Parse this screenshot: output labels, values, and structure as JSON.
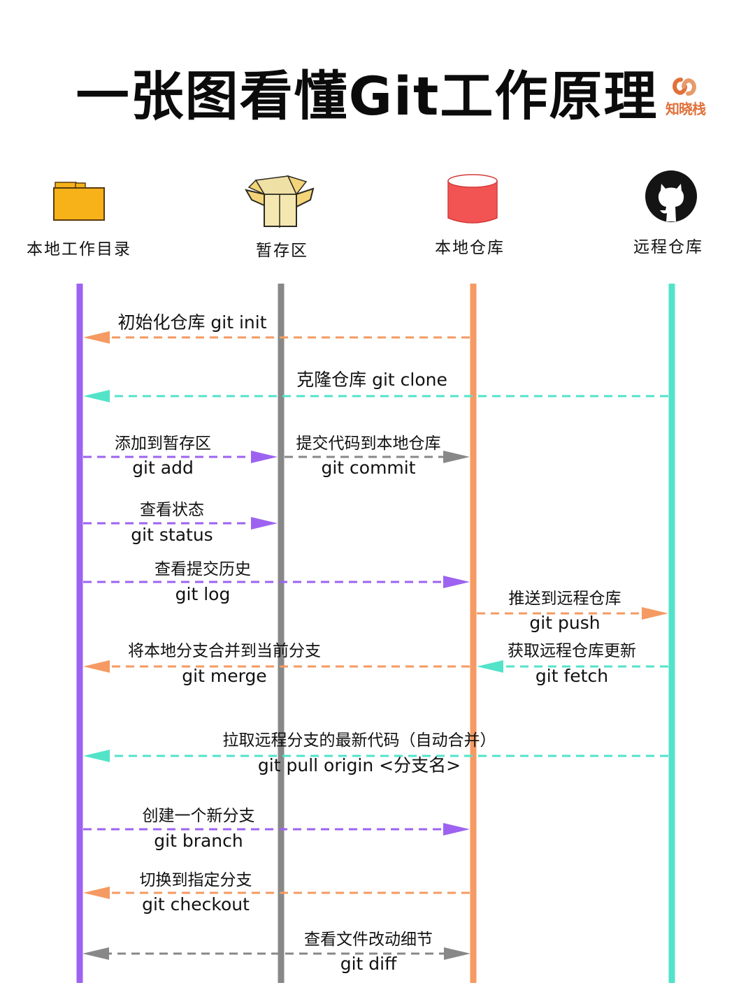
{
  "title": "一张图看懂Git工作原理",
  "logo": {
    "text": "知晓栈",
    "color": "#e0713b"
  },
  "actors": [
    {
      "id": "workdir",
      "label": "本地工作目录",
      "icon": "folder-icon",
      "lane_color": "#9d63f0"
    },
    {
      "id": "stage",
      "label": "暂存区",
      "icon": "box-icon",
      "lane_color": "#888888"
    },
    {
      "id": "local",
      "label": "本地仓库",
      "icon": "database-icon",
      "lane_color": "#f59a62"
    },
    {
      "id": "remote",
      "label": "远程仓库",
      "icon": "github-icon",
      "lane_color": "#52e3c9"
    }
  ],
  "messages": [
    {
      "id": "init",
      "desc": "初始化仓库 git init",
      "cmd": "",
      "from": "local",
      "to": "workdir",
      "color": "#f59a62"
    },
    {
      "id": "clone",
      "desc": "克隆仓库 git clone",
      "cmd": "",
      "from": "remote",
      "to": "workdir",
      "color": "#52e3c9"
    },
    {
      "id": "add",
      "desc": "添加到暂存区",
      "cmd": "git add",
      "from": "workdir",
      "to": "stage",
      "color": "#9d63f0"
    },
    {
      "id": "commit",
      "desc": "提交代码到本地仓库",
      "cmd": "git commit",
      "from": "stage",
      "to": "local",
      "color": "#888888"
    },
    {
      "id": "status",
      "desc": "查看状态",
      "cmd": "git status",
      "from": "workdir",
      "to": "stage",
      "color": "#9d63f0"
    },
    {
      "id": "log",
      "desc": "查看提交历史",
      "cmd": "git log",
      "from": "workdir",
      "to": "local",
      "color": "#9d63f0"
    },
    {
      "id": "push",
      "desc": "推送到远程仓库",
      "cmd": "git push",
      "from": "local",
      "to": "remote",
      "color": "#f59a62"
    },
    {
      "id": "merge",
      "desc": "将本地分支合并到当前分支",
      "cmd": "git merge",
      "from": "local",
      "to": "workdir",
      "color": "#f59a62"
    },
    {
      "id": "fetch",
      "desc": "获取远程仓库更新",
      "cmd": "git fetch",
      "from": "remote",
      "to": "local",
      "color": "#52e3c9"
    },
    {
      "id": "pull",
      "desc": "拉取远程分支的最新代码（自动合并）",
      "cmd": "git pull origin <分支名>",
      "from": "remote",
      "to": "workdir",
      "color": "#52e3c9"
    },
    {
      "id": "branch",
      "desc": "创建一个新分支",
      "cmd": "git branch",
      "from": "workdir",
      "to": "local",
      "color": "#9d63f0"
    },
    {
      "id": "checkout",
      "desc": "切换到指定分支",
      "cmd": "git checkout",
      "from": "local",
      "to": "workdir",
      "color": "#f59a62"
    },
    {
      "id": "diff",
      "desc": "查看文件改动细节",
      "cmd": "git diff",
      "from": "stage",
      "to": "both",
      "color": "#888888"
    }
  ]
}
